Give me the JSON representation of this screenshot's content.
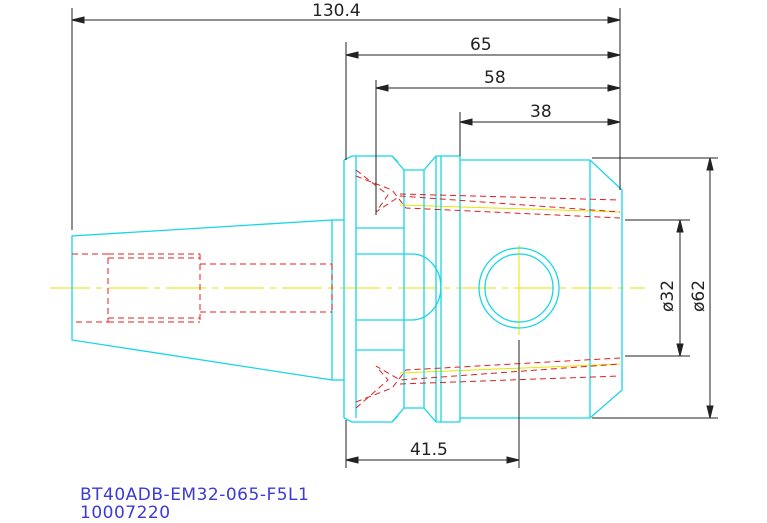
{
  "dimensions": {
    "overall_length": "130.4",
    "length_65": "65",
    "length_58": "58",
    "length_38": "38",
    "length_41_5": "41.5",
    "diameter_32": "ø32",
    "diameter_62": "ø62"
  },
  "caption": {
    "part_number": "BT40ADB-EM32-065-F5L1",
    "code": "10007220"
  },
  "colors": {
    "outline": "#17d6e6",
    "hidden": "#e02020",
    "centerline": "#e6e600",
    "dimension": "#222222",
    "caption": "#3a3ad6"
  }
}
